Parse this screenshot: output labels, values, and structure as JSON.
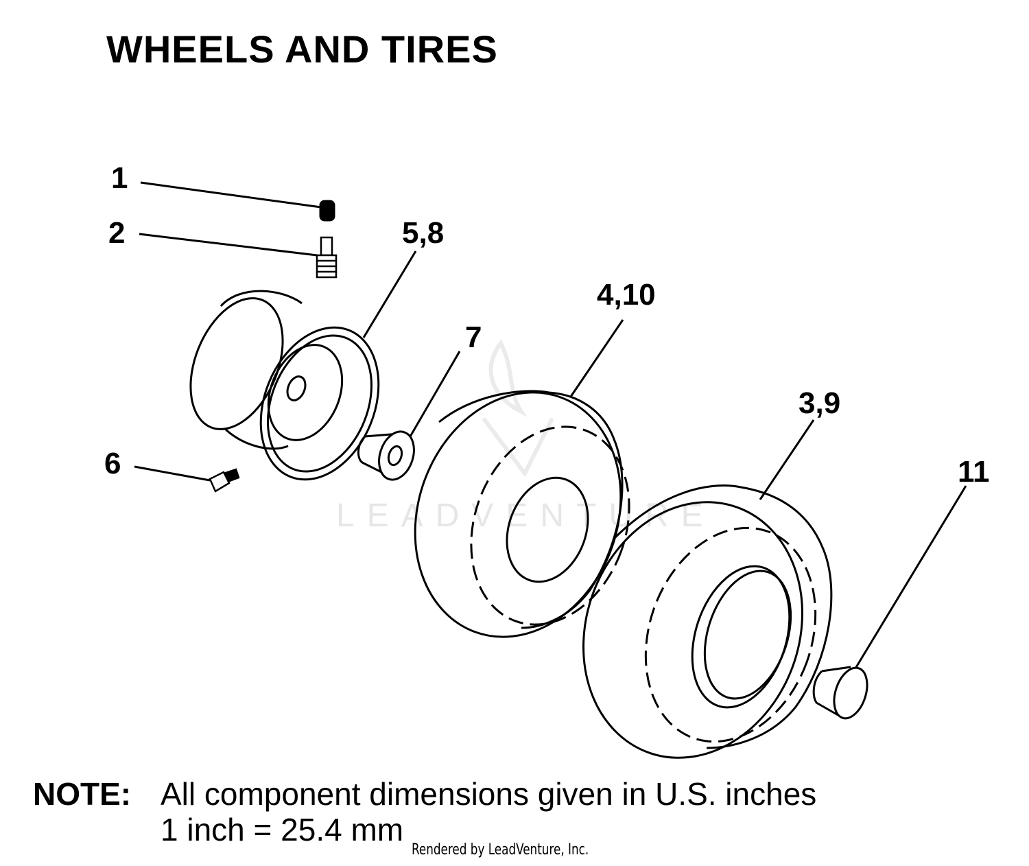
{
  "title": "WHEELS AND TIRES",
  "callouts": {
    "c1": "1",
    "c2": "2",
    "c58": "5,8",
    "c410": "4,10",
    "c7": "7",
    "c39": "3,9",
    "c6": "6",
    "c11": "11"
  },
  "note": {
    "label": "NOTE:",
    "line1": "All component dimensions given in U.S. inches",
    "line2": "1 inch = 25.4 mm"
  },
  "watermark": "LEADVENTURE",
  "credit": "Rendered by LeadVenture, Inc.",
  "colors": {
    "ink": "#000000",
    "watermark": "#e6e6e6"
  }
}
